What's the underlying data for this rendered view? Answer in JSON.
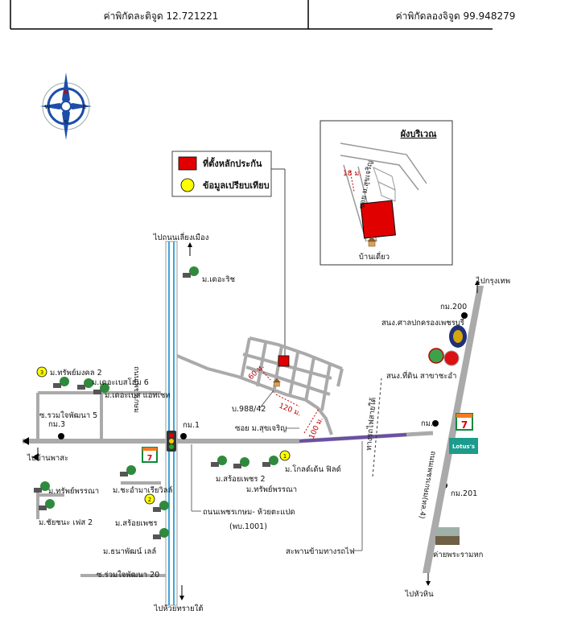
{
  "header": {
    "latitude": "ค่าพิกัดละติจูด 12.721221",
    "longitude": "ค่าพิกัดลองจิจูด 99.948279"
  },
  "legend": {
    "subject": "ที่ตั้งหลักประกัน",
    "compare": "ข้อมูลเปรียบเทียบ",
    "subject_color": "#e00000",
    "compare_color": "#ffff00"
  },
  "inset": {
    "title": "ผังบริเวณ",
    "distance": "18 ม.",
    "road": "ซอย ม.สุขเจริญ",
    "house": "บ้านเดี่ยว"
  },
  "compass": {
    "n": "N",
    "s": "S",
    "e": "E",
    "w": "W"
  },
  "labels": {
    "to_sieng_mueang": "ไปถนนเลี่ยงเมือง",
    "to_huai_sai_tai": "ไปห้วยทรายใต้",
    "to_bangkok": "ไปกรุงเทพ",
    "to_hua_hin": "ไปหัวหิน",
    "to_ban_pha_soe": "ไปบ้านพาสะ",
    "the_rich": "ม.เดอะริช",
    "sap_mongkhon_2": "ม.ทรัพย์มงคล 2",
    "the_bays_home_6": "ม.เดอะเบสโฮม 6",
    "the_bays_at_chet": "ม.เดอะเบส แอทเชท",
    "soi_ruam_jai_5": "ซ.รวมใจพัฒนา 5",
    "km3": "กม.3",
    "km1": "กม.1",
    "km0": "กม.0",
    "km200": "กม.200",
    "km201": "กม.201",
    "sap_phonna_left": "ม.ทรัพย์พรรณา",
    "chonchana_phase2": "ม.ชัยชนะ เฟส 2",
    "cha_am_riviera": "ม.ชะอำมาเรียวิลล์",
    "sroi_phet": "ม.สร้อยเพชร",
    "thanaphat_lalin": "ม.ธนาพัฒน์ เลล์",
    "soi_ruam_jai_20": "ซ.ร่วมใจพัฒนา 20",
    "sroi_phet_2": "ม.สร้อยเพชร 2",
    "sap_phonna": "ม.ทรัพย์พรรณา",
    "golden_field": "ม.โกลด์เด้น ฟิลด์",
    "house_no": "บ.988/42",
    "soi_suk_charoen": "ซอย ม.สุขเจริญ",
    "dist_60": "60 ม.",
    "dist_120": "120 ม.",
    "dist_100": "100 ม.",
    "road_main_1": "ถนนเพชรเกษม- ห้วยตะแปด",
    "road_main_2": "(พบ.1001)",
    "bridge": "สะพานข้ามทางรถไฟ",
    "railway": "ทางรถไฟสายใต้",
    "petchkasem_road": "ถนนเพชรเกษม(ทล.4)",
    "vertical_road": "ถนนเพชรเกษม",
    "provincial_admin": "สนง.ศาลปกครองเพชรบุรี",
    "land_office": "สนง.ที่ดิน สาขาชะอำ",
    "camp": "ค่ายพระรามหก",
    "seven_eleven": "7",
    "lotus": "Lotus's",
    "marker_1": "1",
    "marker_2": "2",
    "marker_3": "3"
  },
  "colors": {
    "road": "#aaaaaa",
    "rail": "#3ea7d8",
    "bridge": "#6a4fa6",
    "distance": "#c00000"
  }
}
